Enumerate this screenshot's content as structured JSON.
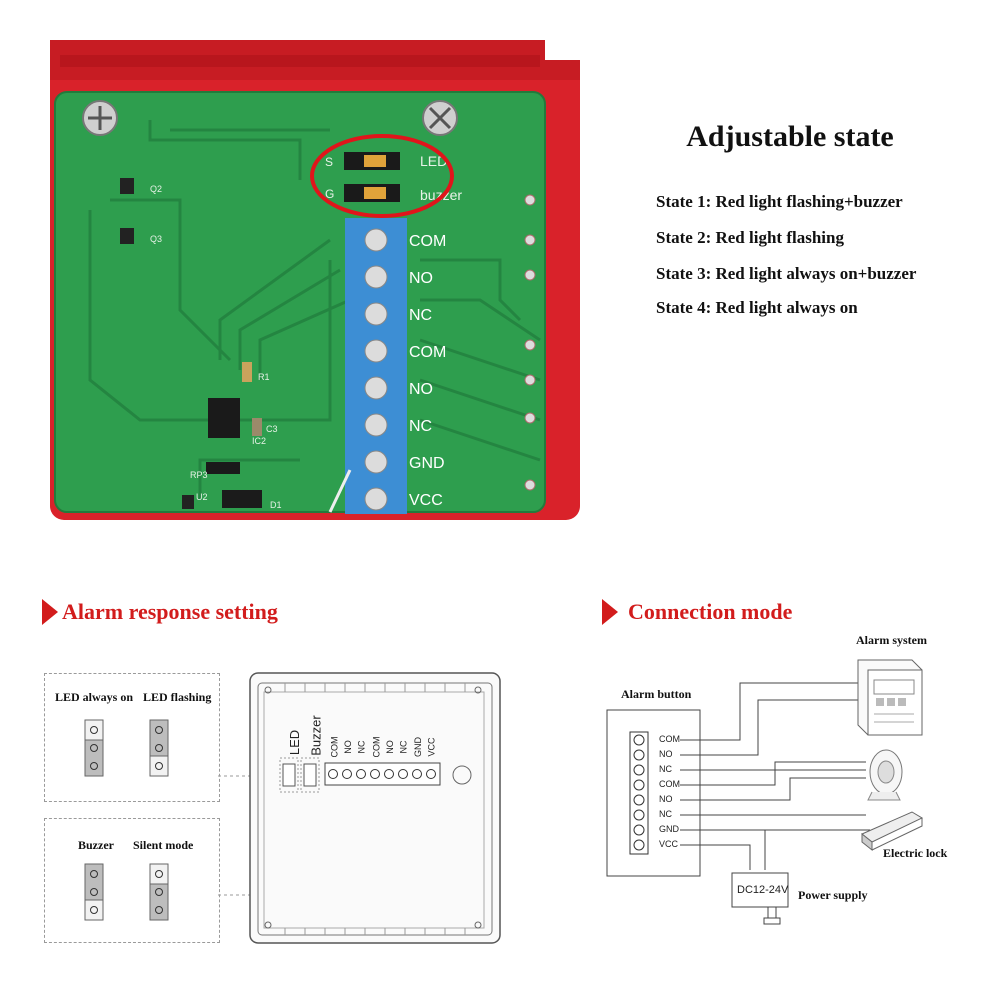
{
  "pcb": {
    "jumper1_label": "LED",
    "jumper2_label": "buzzer",
    "jumper_pins": [
      "S",
      "G"
    ],
    "terminals": [
      "COM",
      "NO",
      "NC",
      "COM",
      "NO",
      "NC",
      "GND",
      "VCC"
    ],
    "components": [
      "Q2",
      "Q3",
      "R1",
      "C3",
      "IC2",
      "RP3",
      "U2",
      "D1"
    ]
  },
  "state_panel": {
    "title": "Adjustable state",
    "states": [
      "State 1: Red light flashing+buzzer",
      "State 2: Red light flashing",
      "State 3: Red light always on+buzzer",
      "State 4: Red light always on"
    ]
  },
  "alarm_section": {
    "title": "Alarm response setting",
    "legend_top": [
      "LED always on",
      "LED flashing"
    ],
    "legend_bottom": [
      "Buzzer",
      "Silent mode"
    ],
    "board_labels": [
      "LED",
      "Buzzer"
    ],
    "board_terminals": [
      "COM",
      "NO",
      "NC",
      "COM",
      "NO",
      "NC",
      "GND",
      "VCC"
    ]
  },
  "connection_section": {
    "title": "Connection mode",
    "alarm_button": "Alarm button",
    "alarm_system": "Alarm system",
    "electric_lock": "Electric lock",
    "power_supply": "Power supply",
    "power_voltage": "DC12-24V",
    "terminals": [
      "COM",
      "NO",
      "NC",
      "COM",
      "NO",
      "NC",
      "GND",
      "VCC"
    ]
  },
  "colors": {
    "pcb_green": "#2e9e4e",
    "housing_red": "#d9222a",
    "terminal_blue": "#3d8ed4",
    "accent_red": "#d21c1c",
    "highlight_circle": "#e0151b"
  }
}
